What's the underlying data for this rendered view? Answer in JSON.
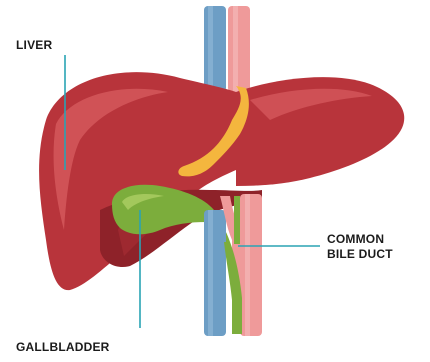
{
  "labels": {
    "liver": "LIVER",
    "common_bile_duct_line1": "COMMON",
    "common_bile_duct_line2": "BILE DUCT",
    "gallbladder": "GALLBLADDER"
  },
  "colors": {
    "liver": "#b8343b",
    "liver_highlight": "#d4585c",
    "liver_shadow": "#8e2229",
    "gallbladder": "#7cad3c",
    "gallbladder_light": "#a3c85c",
    "fat": "#f4b63e",
    "vein": "#6d9ec5",
    "artery": "#ef9a9a",
    "leader_line": "#2aa3b4"
  }
}
